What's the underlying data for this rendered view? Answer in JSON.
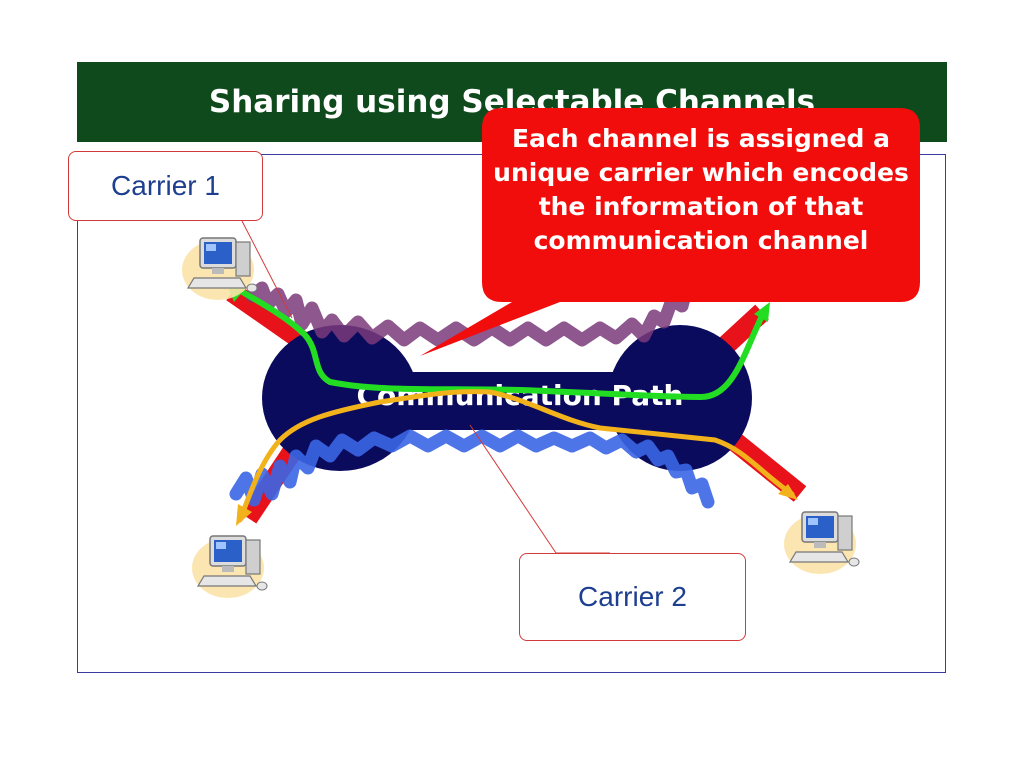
{
  "slide": {
    "title": "Sharing using Selectable Channels",
    "path_label": "Communication Path",
    "carrier_1_label": "Carrier 1",
    "carrier_2_label": "Carrier 2",
    "callout_text": "Each channel is assigned a unique carrier which encodes the information of that communication channel"
  },
  "colors": {
    "title_bar": "#0e4a1c",
    "path_fill": "#0b0b5e",
    "red_link": "#e8121a",
    "green_channel": "#22dd22",
    "orange_channel": "#f2b21c",
    "purple_carrier": "#7a3a7a",
    "blue_carrier": "#3a66e6",
    "callout": "#f20d0d"
  },
  "icons": [
    "computer-icon"
  ]
}
